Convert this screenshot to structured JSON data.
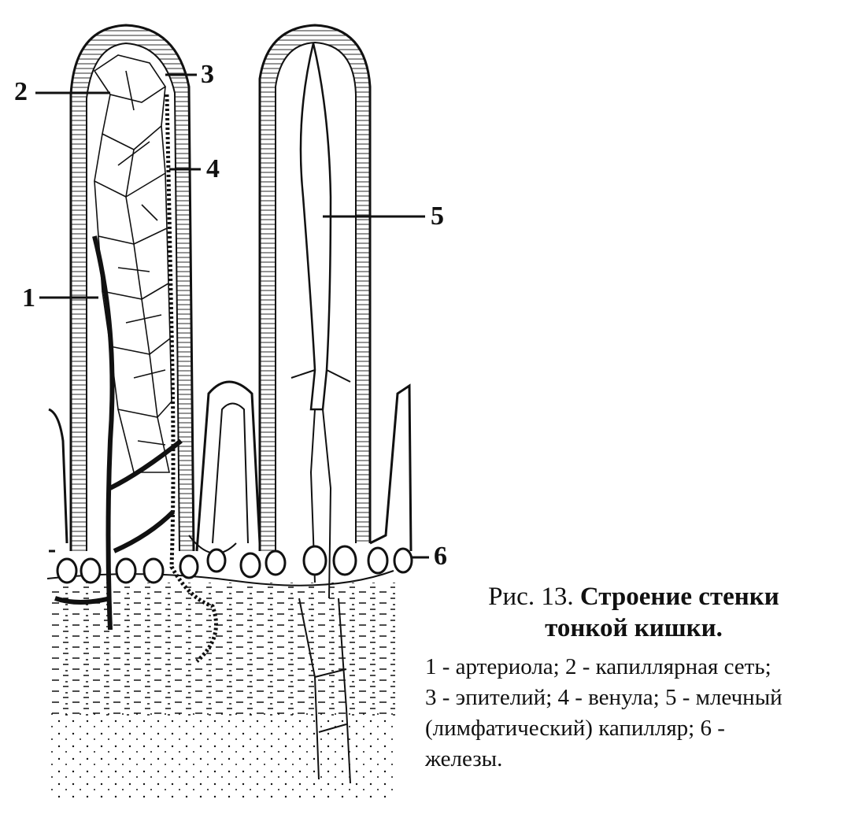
{
  "labels": {
    "l1": "1",
    "l2": "2",
    "l3": "3",
    "l4": "4",
    "l5": "5",
    "l6": "6"
  },
  "caption": {
    "prefix": "Рис. 13.",
    "title_line1": "Строение стенки",
    "title_line2": "тонкой кишки.",
    "legend_lines": [
      "1 - артериола; 2 - капиллярная сеть;",
      "3 - эпителий; 4 - венула; 5 - млечный",
      "(лимфатический) капилляр; 6 -",
      "железы."
    ]
  }
}
